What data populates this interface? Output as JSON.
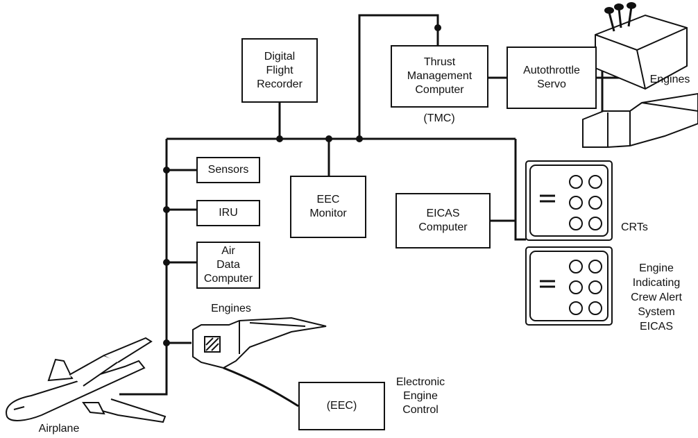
{
  "blocks": {
    "dfr": "Digital\nFlight\nRecorder",
    "tmc": "Thrust\nManagement\nComputer",
    "autothrottle": "Autothrottle\nServo",
    "sensors": "Sensors",
    "iru": "IRU",
    "adc": "Air\nData\nComputer",
    "eec_monitor": "EEC\nMonitor",
    "eicas_computer": "EICAS\nComputer",
    "eec": "(EEC)"
  },
  "labels": {
    "tmc_abbrev": "(TMC)",
    "engines_top": "Engines",
    "engines_mid": "Engines",
    "crts": "CRTs",
    "eicas_full": "Engine\nIndicating\nCrew Alert\nSystem\nEICAS",
    "eec_full": "Electronic\nEngine\nControl",
    "airplane": "Airplane"
  }
}
